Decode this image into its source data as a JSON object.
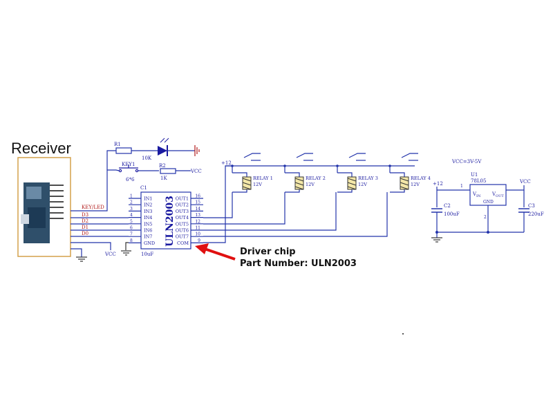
{
  "receiver": {
    "title": "Receiver",
    "pins": [
      "KEY/LED",
      "D3",
      "D2",
      "D1",
      "D0"
    ],
    "vcc": "VCC"
  },
  "led_branch": {
    "r1": "R1",
    "r1_value": "10K",
    "r2": "R2",
    "r2_value": "1K",
    "key": "KEY1",
    "key_size": "6*6",
    "vcc": "VCC"
  },
  "ic": {
    "ref": "C1",
    "name": "ULN2003",
    "cap": "10uF",
    "left_pins": [
      {
        "num": "1",
        "name": "IN1"
      },
      {
        "num": "2",
        "name": "IN2"
      },
      {
        "num": "3",
        "name": "IN3"
      },
      {
        "num": "4",
        "name": "IN4"
      },
      {
        "num": "5",
        "name": "IN5"
      },
      {
        "num": "6",
        "name": "IN6"
      },
      {
        "num": "7",
        "name": "IN7"
      },
      {
        "num": "8",
        "name": "GND"
      }
    ],
    "right_pins": [
      {
        "num": "16",
        "name": "OUT1"
      },
      {
        "num": "15",
        "name": "OUT2"
      },
      {
        "num": "14",
        "name": "OUT3"
      },
      {
        "num": "13",
        "name": "OUT4"
      },
      {
        "num": "12",
        "name": "OUT5"
      },
      {
        "num": "11",
        "name": "OUT6"
      },
      {
        "num": "10",
        "name": "OUT7"
      },
      {
        "num": "9",
        "name": "COM"
      }
    ]
  },
  "relays": {
    "supply": "+12",
    "items": [
      {
        "label": "RELAY 1",
        "voltage": "12V"
      },
      {
        "label": "RELAY 2",
        "voltage": "12V"
      },
      {
        "label": "RELAY 3",
        "voltage": "12V"
      },
      {
        "label": "RELAY 4",
        "voltage": "12V"
      }
    ]
  },
  "regulator": {
    "vcc_range": "VCC=3V-5V",
    "ref": "U1",
    "part": "78L05",
    "vin": "V",
    "vin_sub": "IN",
    "vout": "V",
    "vout_sub": "OUT",
    "gnd": "GND",
    "pin_in": "1",
    "pin_gnd": "2",
    "supply": "+12",
    "vcc": "VCC",
    "c2": "C2",
    "c2_value": "100uF",
    "c3": "C3",
    "c3_value": "220uF"
  },
  "annotation": {
    "line1": "Driver chip",
    "line2": "Part Number: ULN2003"
  }
}
